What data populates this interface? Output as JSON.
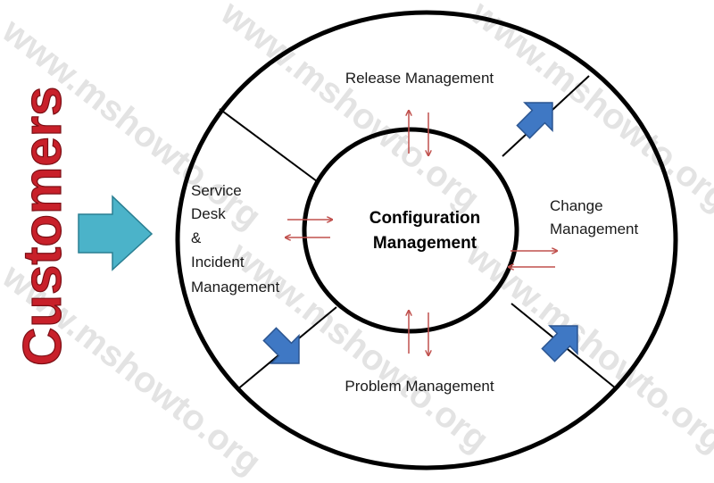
{
  "watermark": "www.mshowto.org",
  "customers_label": "Customers",
  "center": {
    "line1": "Configuration",
    "line2": "Management"
  },
  "release": {
    "label": "Release Management"
  },
  "change": {
    "line1": "Change",
    "line2": "Management"
  },
  "service_desk": {
    "line1": "Service",
    "line2": "Desk",
    "line3": "&",
    "line4": "Incident",
    "line5": "Management"
  },
  "problem": {
    "label": "Problem Management"
  },
  "colors": {
    "customers_text": "#c8202a",
    "customers_arrow": "#4bb3c9",
    "flow_arrow": "#3f78c4",
    "exchange_arrow": "#c0504d",
    "outline": "#000000"
  },
  "icons": {
    "customers_arrow": "right-block-arrow-icon",
    "flow_arrows": "diagonal-block-arrow-icon",
    "exchange_arrows": "double-headed-exchange-arrow-icon"
  }
}
